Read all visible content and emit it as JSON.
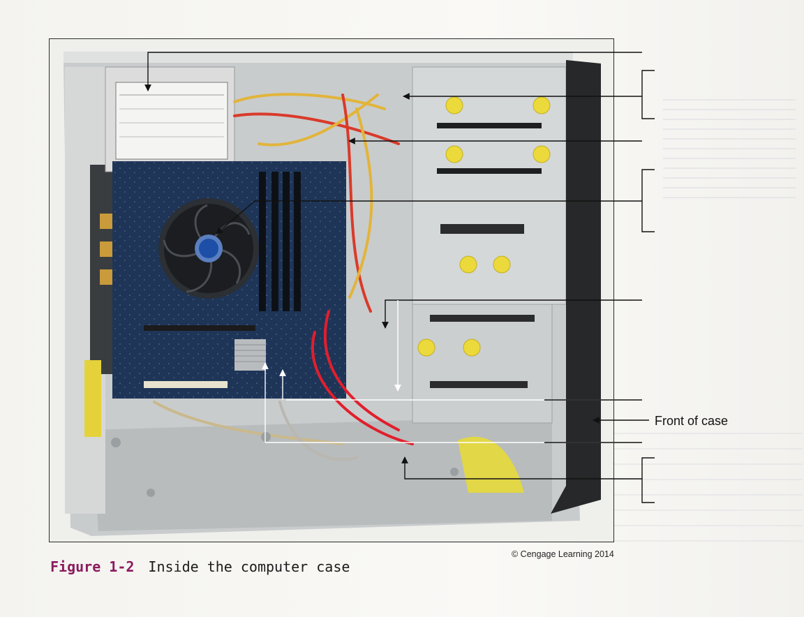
{
  "figure": {
    "number": "Figure 1-2",
    "caption": "Inside the computer case",
    "copyright": "© Cengage Learning 2014"
  },
  "callouts": {
    "front_of_case": "Front of case"
  },
  "colors": {
    "figure_number": "#8b1a5e",
    "leader_lines": "#111111",
    "photo_border": "#2a2a2a"
  }
}
